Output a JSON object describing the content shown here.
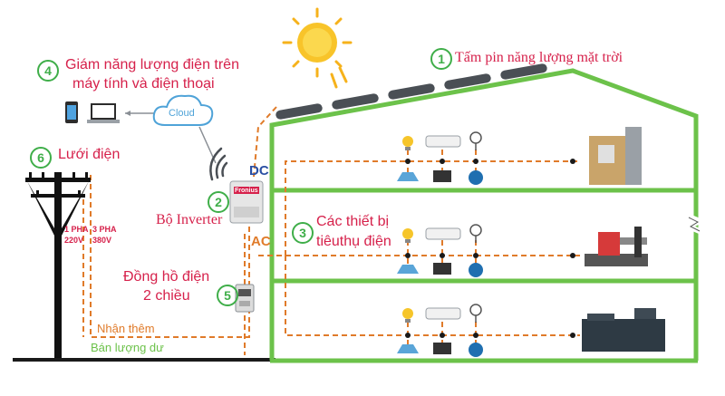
{
  "labels": {
    "n1": "1",
    "solar": "Tấm pin năng lượng mặt trời",
    "n2": "2",
    "inverter": "Bộ Inverter",
    "n3": "3",
    "devices_line1": "Các thiết bị",
    "devices_line2": "tiêuthụ điện",
    "n4": "4",
    "monitor_line1": "Giám năng lượng điện trên",
    "monitor_line2": "máy tính và điện thoại",
    "n5": "5",
    "meter_line1": "Đồng hồ điện",
    "meter_line2": "2 chiều",
    "n6": "6",
    "grid": "Lưới điện",
    "cloud": "Cloud",
    "dc": "DC",
    "ac": "AC",
    "phase1_a": "1 PHA",
    "phase1_b": "220V",
    "phase3_a": "3 PHA",
    "phase3_b": "380V",
    "receive": "Nhận thêm",
    "sell": "Bán lượng dư",
    "inverter_brand": "Fronius"
  },
  "colors": {
    "house": "#6cc24a",
    "dashed": "#e07b2a",
    "label_red": "#d6214b",
    "number_green": "#3fae49",
    "dc_blue": "#2a4fa3",
    "sun": "#f6b21b"
  },
  "icons": [
    "sun-icon",
    "solar-panel-icon",
    "cloud-icon",
    "phone-icon",
    "laptop-icon",
    "wifi-icon",
    "inverter-icon",
    "meter-icon",
    "utility-pole-icon",
    "light-bulb-icon",
    "air-conditioner-icon",
    "fan-icon",
    "iron-icon",
    "monitor-icon",
    "water-pump-icon",
    "industrial-machine-icon",
    "generator-icon"
  ]
}
